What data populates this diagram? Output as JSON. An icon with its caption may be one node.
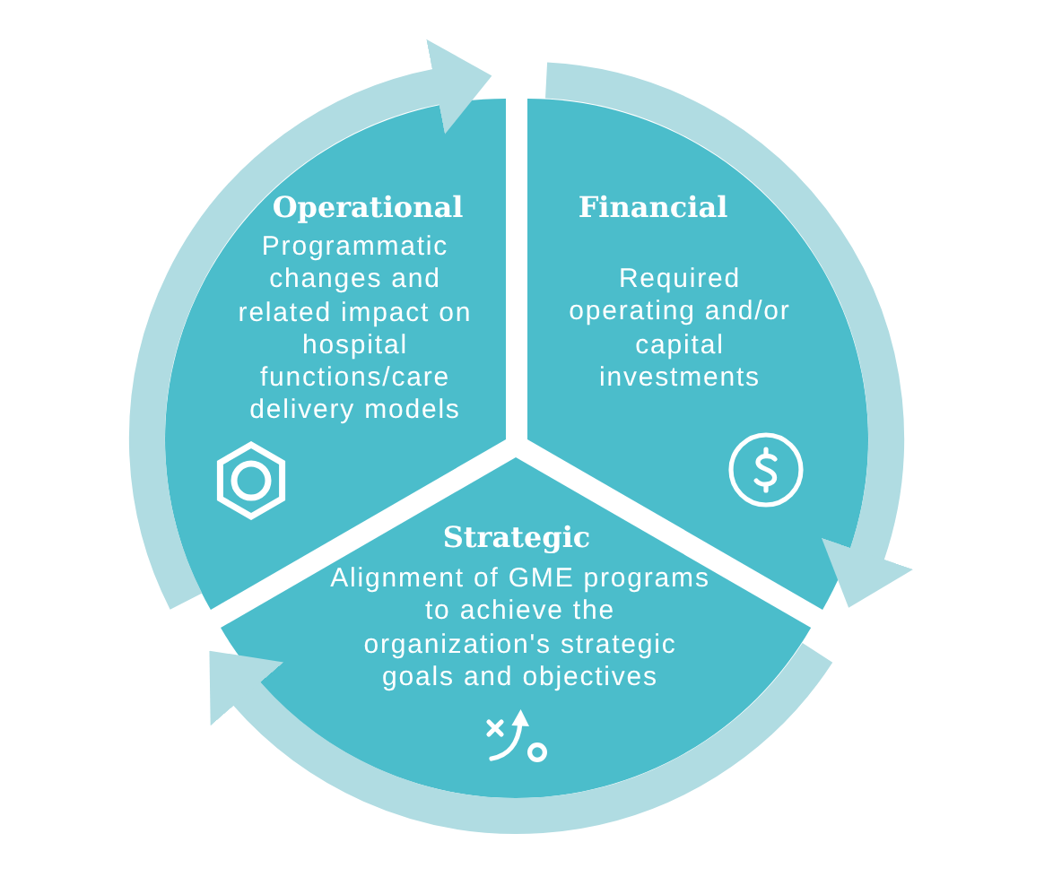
{
  "diagram": {
    "nodes": [
      {
        "text": [
          "Operational",
          "Programmatic changes and related impact on hospital functions/care delivery models"
        ]
      },
      {
        "text": [
          "Financial",
          "Required operating and/or capital investments"
        ]
      },
      {
        "text": [
          "Strategic",
          "Alignment of GME programs to achieve the organization's strategic goals and objectives"
        ]
      }
    ],
    "edges": [
      {
        "from": 0,
        "to": 1,
        "arrow": "to"
      },
      {
        "from": 1,
        "to": 2,
        "arrow": "to"
      },
      {
        "from": 2,
        "to": 0,
        "arrow": "to"
      }
    ]
  }
}
